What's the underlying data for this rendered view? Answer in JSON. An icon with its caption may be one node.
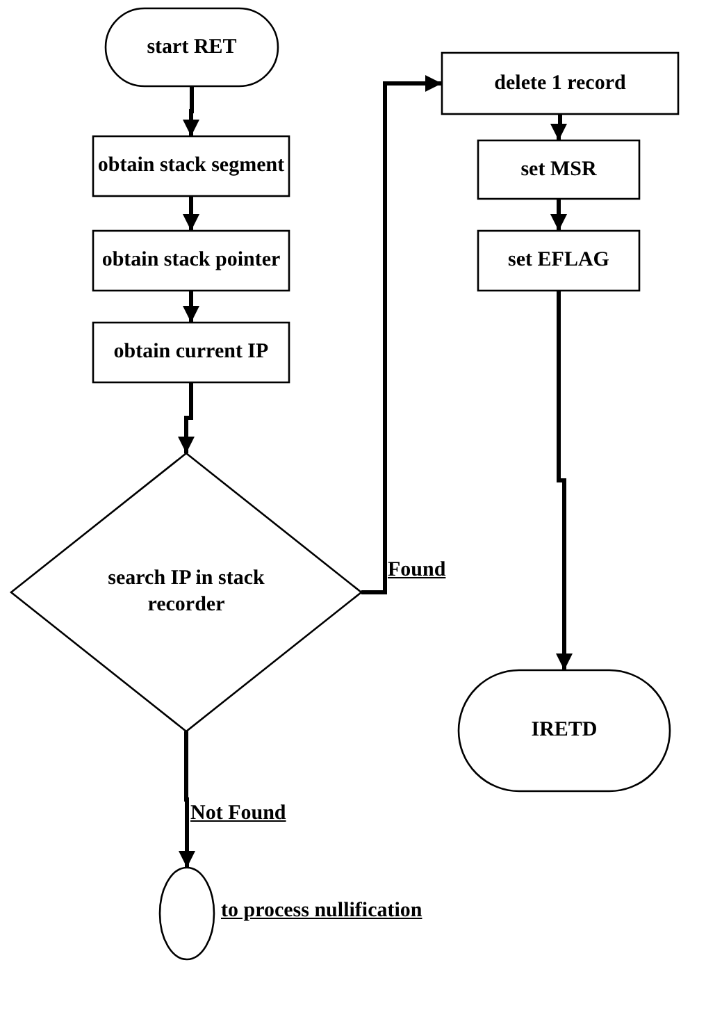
{
  "diagram": {
    "nodes": [
      {
        "text": [
          "start RET"
        ]
      },
      {
        "text": [
          "obtain stack segment"
        ]
      },
      {
        "text": [
          "obtain stack pointer"
        ]
      },
      {
        "text": [
          "obtain current IP"
        ]
      },
      {
        "text": [
          "search IP in stack recorder"
        ]
      },
      {
        "text": [
          "delete 1 record"
        ]
      },
      {
        "text": [
          "set MSR"
        ]
      },
      {
        "text": [
          "set EFLAG"
        ]
      },
      {
        "text": [
          "IRETD"
        ]
      },
      {
        "text": [],
        "shape": "circle",
        "beside": [
          "to process nullification"
        ]
      }
    ],
    "edges": [
      {
        "from": 0,
        "to": 1,
        "arrow": "to"
      },
      {
        "from": 1,
        "to": 2,
        "arrow": "to"
      },
      {
        "from": 2,
        "to": 3,
        "arrow": "to"
      },
      {
        "from": 3,
        "to": 4,
        "arrow": "to"
      },
      {
        "from": 4,
        "to": 5,
        "arrow": "to",
        "label": "Found"
      },
      {
        "from": 5,
        "to": 6,
        "arrow": "to"
      },
      {
        "from": 6,
        "to": 7,
        "arrow": "to"
      },
      {
        "from": 7,
        "to": 8,
        "arrow": "to"
      },
      {
        "from": 4,
        "to": 9,
        "arrow": "to",
        "label": "Not Found"
      }
    ]
  }
}
